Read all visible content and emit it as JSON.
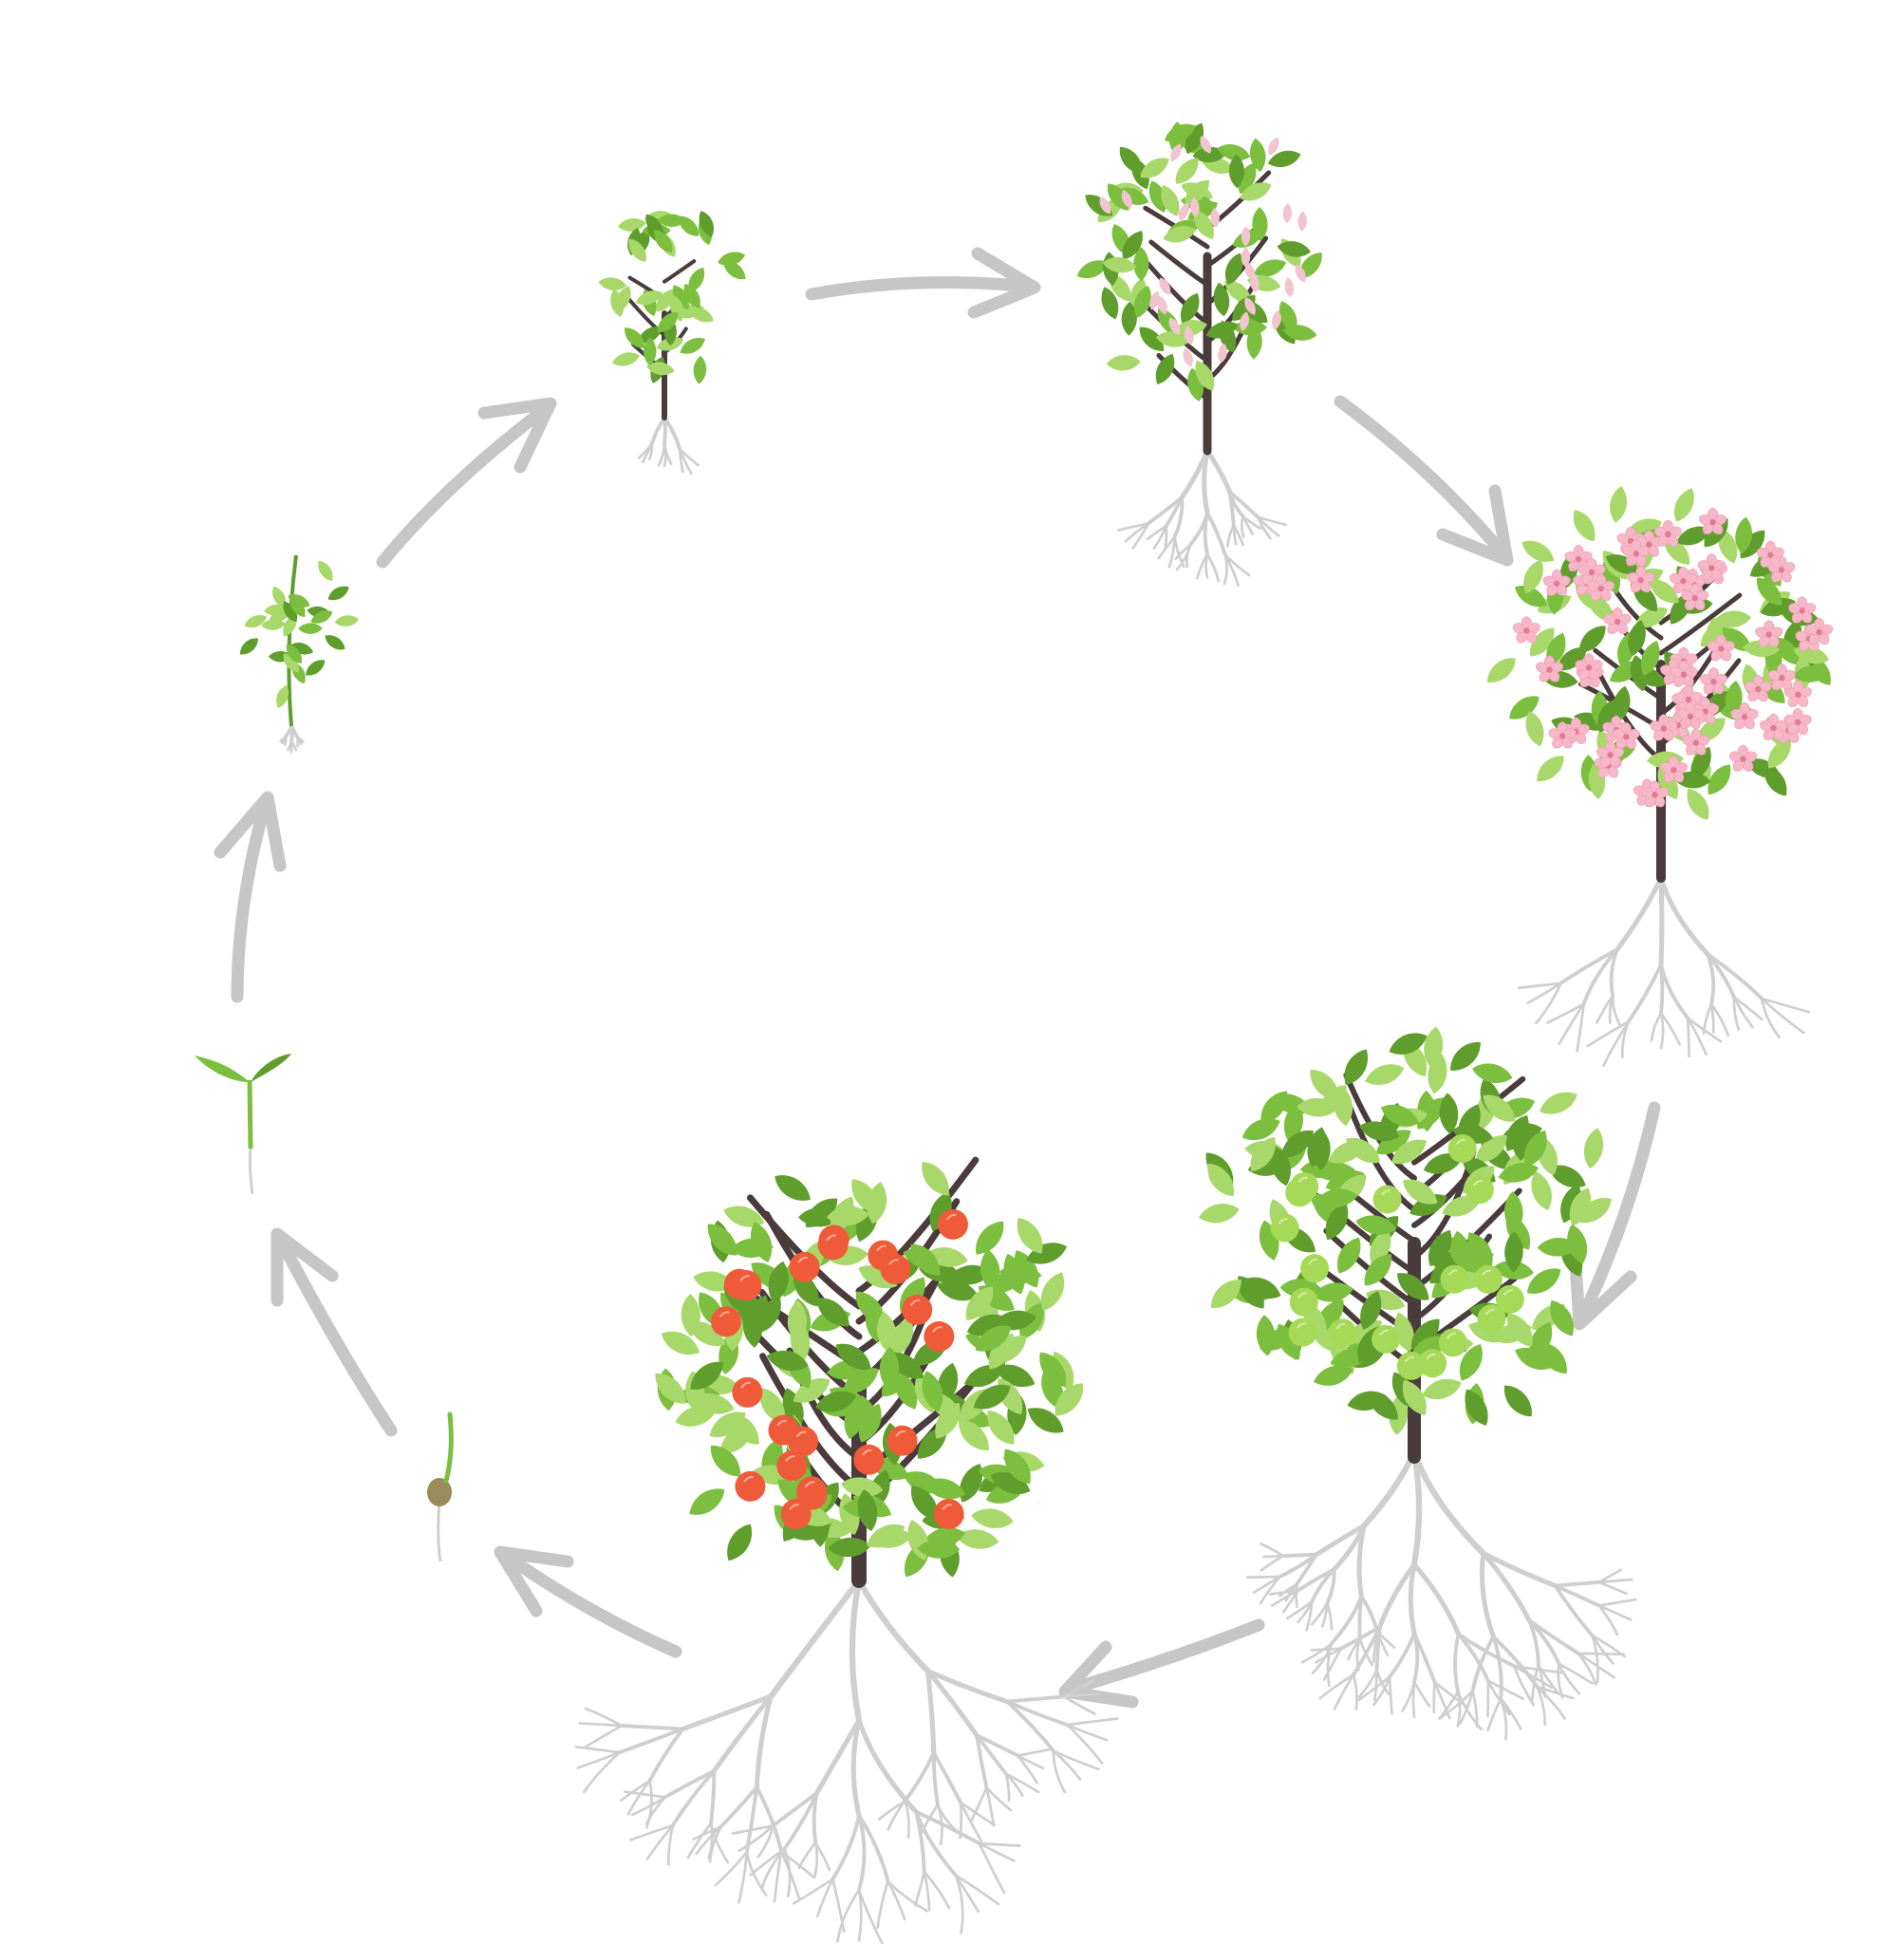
{
  "diagram": {
    "type": "cycle",
    "stage_count": 8,
    "stages": [
      {
        "id": "seed",
        "name": "germinating-seed"
      },
      {
        "id": "sprout",
        "name": "sprout"
      },
      {
        "id": "seedling",
        "name": "seedling"
      },
      {
        "id": "sapling",
        "name": "sapling"
      },
      {
        "id": "budding",
        "name": "budding-tree"
      },
      {
        "id": "flowering",
        "name": "flowering-tree"
      },
      {
        "id": "unripe",
        "name": "tree-with-green-fruit"
      },
      {
        "id": "fruiting",
        "name": "tree-with-ripe-fruit"
      }
    ],
    "arrow_count": 8
  },
  "colors": {
    "background": "#ffffff",
    "arrow": "#c6c6c6",
    "root": "#cfcfcf",
    "trunk": "#4a3b3c",
    "leaf": "#7cbf3f",
    "leaf_dark": "#5f9e2c",
    "leaf_light": "#a8d86a",
    "blossom": "#f6b8c8",
    "blossom_center": "#e07a95",
    "bud_tip": "#f2c4cf",
    "fruit_unripe": "#a6d957",
    "fruit_ripe": "#ef5b38",
    "seed": "#9b8a5a"
  }
}
